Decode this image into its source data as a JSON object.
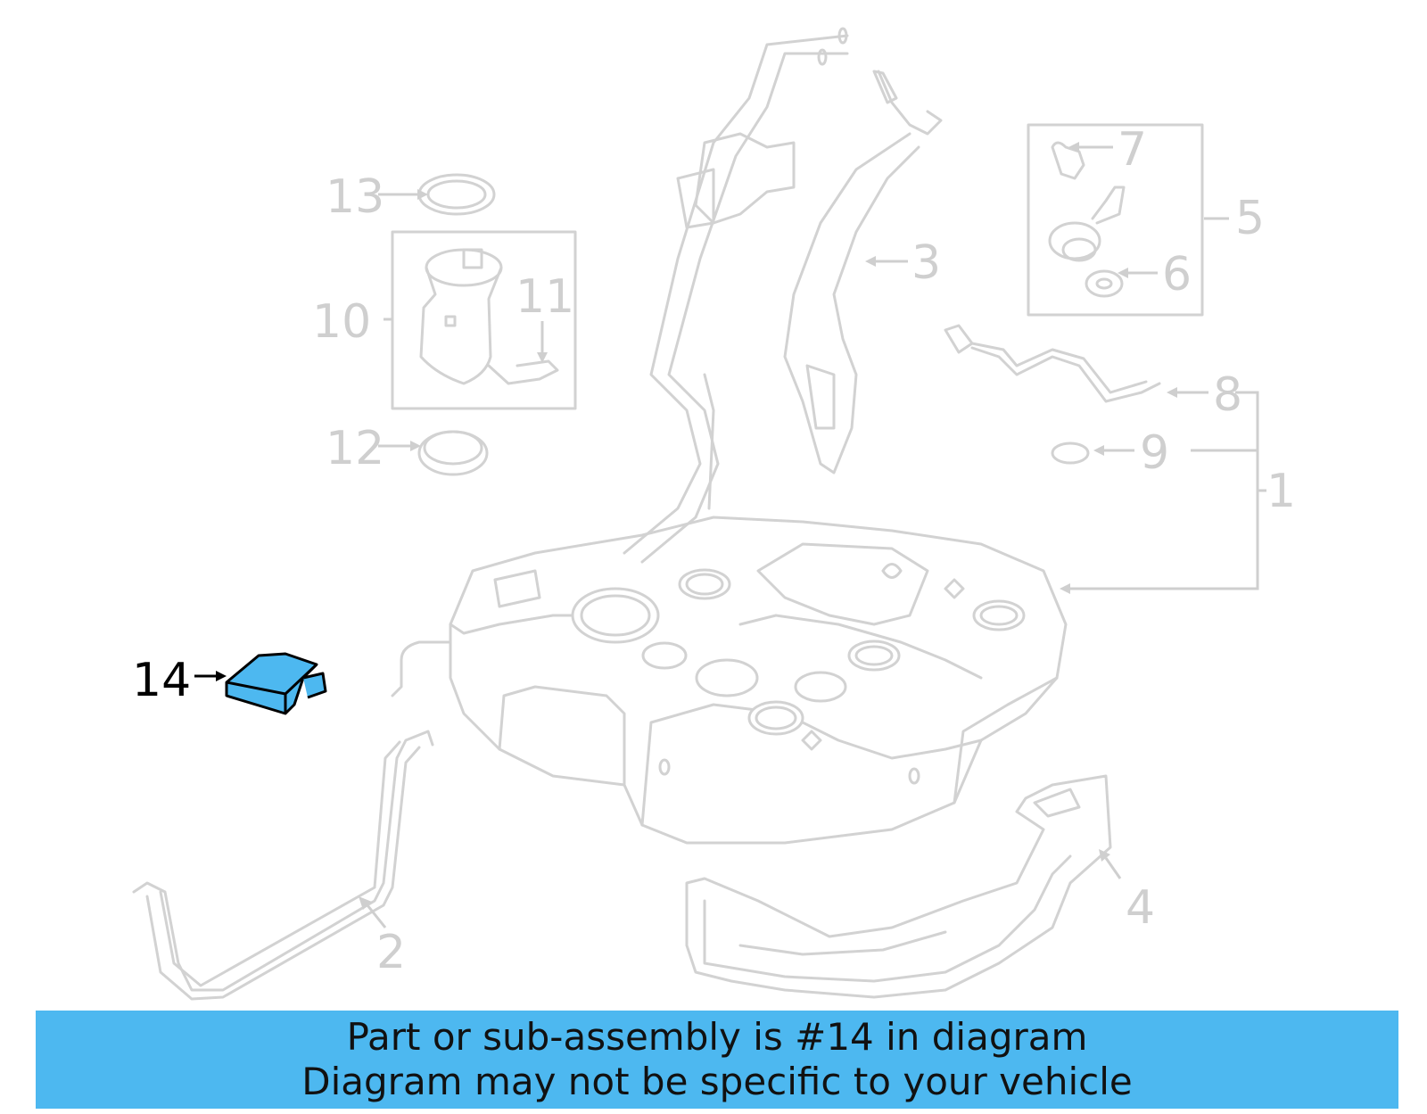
{
  "diagram": {
    "callouts": [
      {
        "id": "1",
        "text": "1"
      },
      {
        "id": "2",
        "text": "2"
      },
      {
        "id": "3",
        "text": "3"
      },
      {
        "id": "4",
        "text": "4"
      },
      {
        "id": "5",
        "text": "5"
      },
      {
        "id": "6",
        "text": "6"
      },
      {
        "id": "7",
        "text": "7"
      },
      {
        "id": "8",
        "text": "8"
      },
      {
        "id": "9",
        "text": "9"
      },
      {
        "id": "10",
        "text": "10"
      },
      {
        "id": "11",
        "text": "11"
      },
      {
        "id": "12",
        "text": "12"
      },
      {
        "id": "13",
        "text": "13"
      },
      {
        "id": "14",
        "text": "14"
      }
    ],
    "highlighted_part": "14",
    "colors": {
      "highlight": "#4db8f0",
      "line": "#d2d2d2",
      "label": "#cfcfcf"
    }
  },
  "banner": {
    "line1": "Part or sub-assembly is #14 in diagram",
    "line2": "Diagram may not be specific to your vehicle"
  }
}
